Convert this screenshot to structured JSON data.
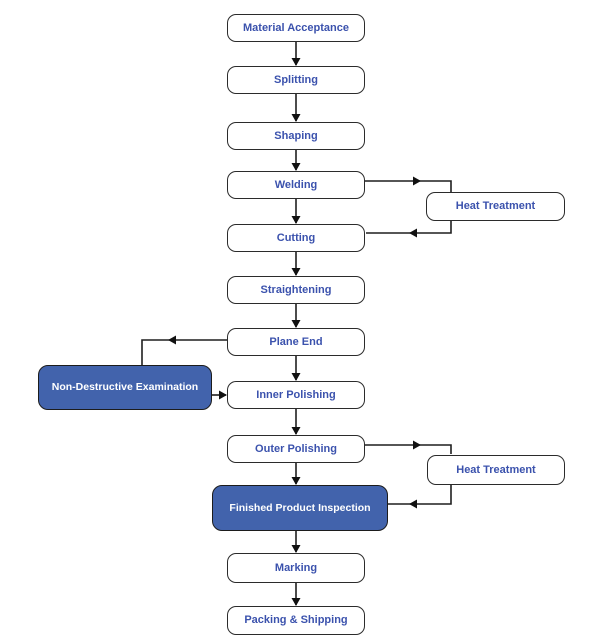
{
  "diagram": {
    "type": "flowchart",
    "direction": "top-down",
    "colors": {
      "background": "#ffffff",
      "node_border": "#2b2b2b",
      "node_fill": "#ffffff",
      "node_text": "#3b52ad",
      "highlight_fill": "#4263ac",
      "highlight_text": "#ffffff",
      "connector": "#1f1f1f"
    },
    "nodes": [
      {
        "id": "material-acceptance",
        "label": "Material Acceptance",
        "style": "process"
      },
      {
        "id": "splitting",
        "label": "Splitting",
        "style": "process"
      },
      {
        "id": "shaping",
        "label": "Shaping",
        "style": "process"
      },
      {
        "id": "welding",
        "label": "Welding",
        "style": "process"
      },
      {
        "id": "heat-treatment-1",
        "label": "Heat Treatment",
        "style": "process"
      },
      {
        "id": "cutting",
        "label": "Cutting",
        "style": "process"
      },
      {
        "id": "straightening",
        "label": "Straightening",
        "style": "process"
      },
      {
        "id": "plane-end",
        "label": "Plane End",
        "style": "process"
      },
      {
        "id": "non-destructive-examination",
        "label": "Non-Destructive Examination",
        "style": "highlight"
      },
      {
        "id": "inner-polishing",
        "label": "Inner Polishing",
        "style": "process"
      },
      {
        "id": "outer-polishing",
        "label": "Outer Polishing",
        "style": "process"
      },
      {
        "id": "heat-treatment-2",
        "label": "Heat Treatment",
        "style": "process"
      },
      {
        "id": "finished-product-inspection",
        "label": "Finished Product Inspection",
        "style": "highlight"
      },
      {
        "id": "marking",
        "label": "Marking",
        "style": "process"
      },
      {
        "id": "packing-shipping",
        "label": "Packing & Shipping",
        "style": "process"
      }
    ],
    "edges": [
      {
        "from": "material-acceptance",
        "to": "splitting"
      },
      {
        "from": "splitting",
        "to": "shaping"
      },
      {
        "from": "shaping",
        "to": "welding"
      },
      {
        "from": "welding",
        "to": "cutting"
      },
      {
        "from": "welding",
        "to": "heat-treatment-1"
      },
      {
        "from": "heat-treatment-1",
        "to": "cutting"
      },
      {
        "from": "cutting",
        "to": "straightening"
      },
      {
        "from": "straightening",
        "to": "plane-end"
      },
      {
        "from": "plane-end",
        "to": "non-destructive-examination"
      },
      {
        "from": "non-destructive-examination",
        "to": "inner-polishing"
      },
      {
        "from": "plane-end",
        "to": "inner-polishing"
      },
      {
        "from": "inner-polishing",
        "to": "outer-polishing"
      },
      {
        "from": "outer-polishing",
        "to": "heat-treatment-2"
      },
      {
        "from": "heat-treatment-2",
        "to": "finished-product-inspection"
      },
      {
        "from": "outer-polishing",
        "to": "finished-product-inspection"
      },
      {
        "from": "finished-product-inspection",
        "to": "marking"
      },
      {
        "from": "marking",
        "to": "packing-shipping"
      }
    ]
  }
}
